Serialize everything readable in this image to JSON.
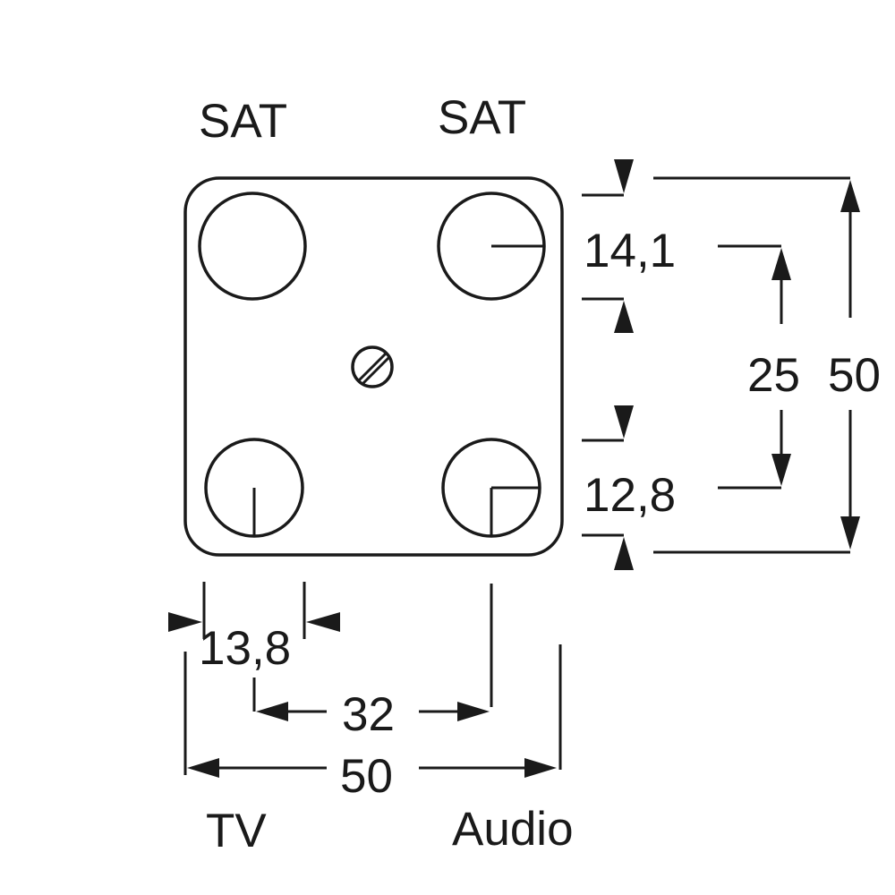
{
  "labels": {
    "sat_left": "SAT",
    "sat_right": "SAT",
    "tv": "TV",
    "audio": "Audio"
  },
  "dimensions": {
    "d_14_1": "14,1",
    "d_12_8": "12,8",
    "d_25": "25",
    "d_50_vertical": "50",
    "d_13_8": "13,8",
    "d_32": "32",
    "d_50_horizontal": "50"
  }
}
